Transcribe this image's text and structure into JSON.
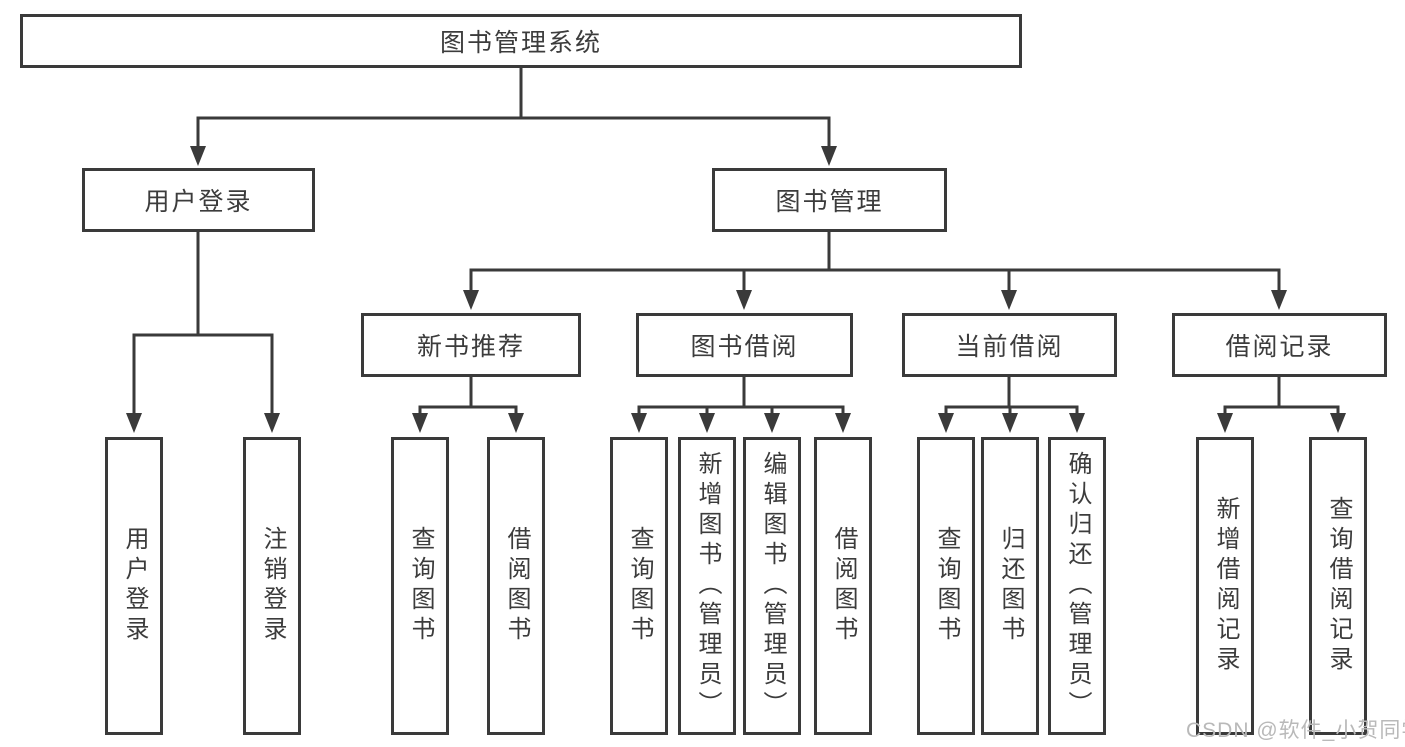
{
  "colors": {
    "line": "#3a3a3a",
    "box_border": "#3a3a3a",
    "text": "#3c3c3c",
    "background": "#ffffff",
    "watermark": "#b9b9b9"
  },
  "tree": {
    "root": {
      "label": "图书管理系统"
    },
    "children": [
      {
        "label": "用户登录",
        "children": [
          {
            "label": "用户登录"
          },
          {
            "label": "注销登录"
          }
        ]
      },
      {
        "label": "图书管理",
        "children": [
          {
            "label": "新书推荐",
            "children": [
              {
                "label": "查询图书"
              },
              {
                "label": "借阅图书"
              }
            ]
          },
          {
            "label": "图书借阅",
            "children": [
              {
                "label": "查询图书"
              },
              {
                "label": "新增图书（管理员）"
              },
              {
                "label": "编辑图书（管理员）"
              },
              {
                "label": "借阅图书"
              }
            ]
          },
          {
            "label": "当前借阅",
            "children": [
              {
                "label": "查询图书"
              },
              {
                "label": "归还图书"
              },
              {
                "label": "确认归还（管理员）"
              }
            ]
          },
          {
            "label": "借阅记录",
            "children": [
              {
                "label": "新增借阅记录"
              },
              {
                "label": "查询借阅记录"
              }
            ]
          }
        ]
      }
    ]
  },
  "watermark": {
    "text": "CSDN @软件_小贺同学"
  }
}
